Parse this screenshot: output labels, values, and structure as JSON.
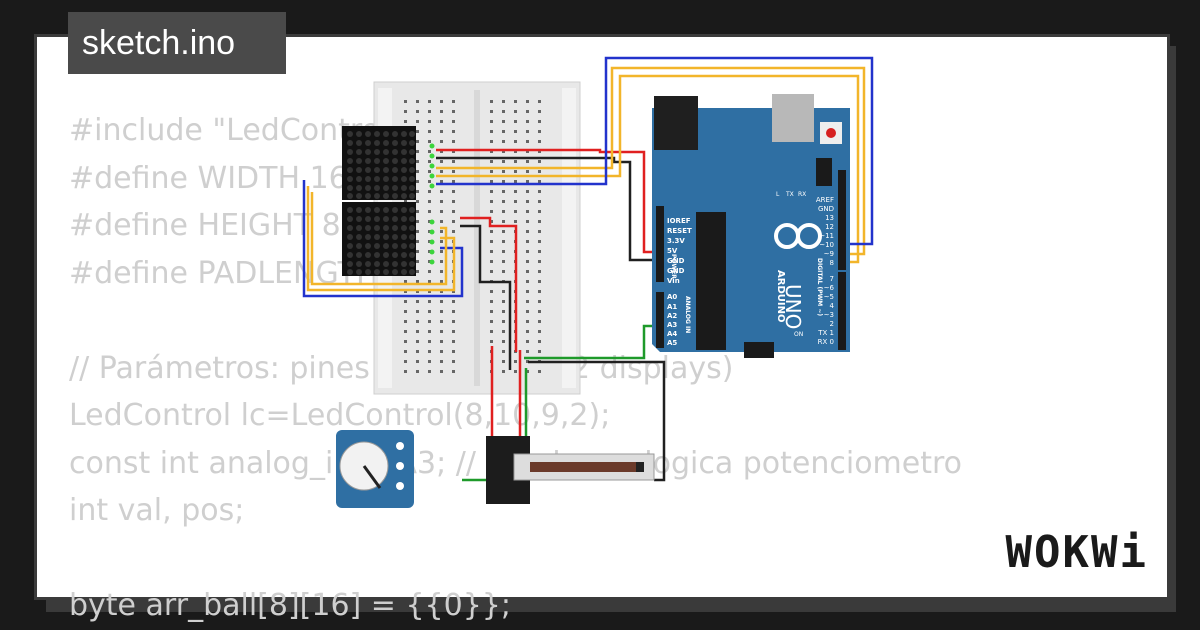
{
  "tab": {
    "title": "sketch.ino"
  },
  "code": {
    "lines": [
      "#include \"LedControl.h\"",
      "#define WIDTH 16",
      "#define HEIGHT 8",
      "#define PADLENGTH 3",
      "",
      "// Parámetros: pines 8, 10, 9 y 2 (2 displays)",
      "LedControl lc=LedControl(8,10,9,2);",
      "const int analog_in = A3; // pin de analogica potenciometro",
      "int val, pos;",
      "",
      "byte arr_ball[8][16] = {{0}};"
    ]
  },
  "arduino": {
    "brand": "ARDUINO",
    "model": "UNO",
    "power_header": "POWER",
    "analog_header": "ANALOG IN",
    "digital_header": "DIGITAL (PWM ~)",
    "power_pins": [
      "IOREF",
      "RESET",
      "3.3V",
      "5V",
      "GND",
      "GND",
      "Vin"
    ],
    "analog_pins": [
      "A0",
      "A1",
      "A2",
      "A3",
      "A4",
      "A5"
    ],
    "digital_top_pins": [
      "AREF",
      "GND",
      "13",
      "12",
      "~11",
      "~10",
      "~9",
      "8"
    ],
    "digital_bottom_pins": [
      "7",
      "~6",
      "~5",
      "4",
      "~3",
      "2",
      "TX 1",
      "RX 0"
    ],
    "leds": [
      "L",
      "TX",
      "RX",
      "ON"
    ]
  },
  "logo": {
    "text": "WOKWi"
  },
  "colors": {
    "background": "#1a1a1a",
    "board_blue": "#2f6fa3",
    "wire_red": "#e02020",
    "wire_black": "#202020",
    "wire_yellow": "#f2b52a",
    "wire_blue": "#2233cc",
    "wire_green": "#1e9a2a"
  }
}
